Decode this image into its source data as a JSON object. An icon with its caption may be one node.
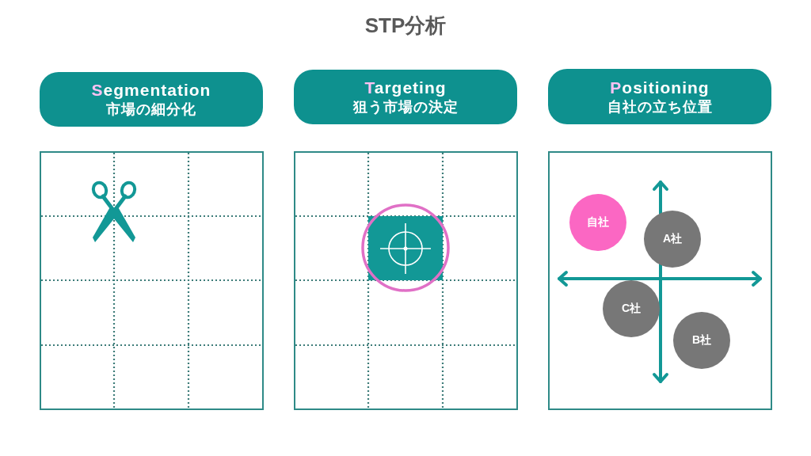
{
  "diagram": {
    "title": "STP分析",
    "nodes": [
      {
        "text": [
          "Segmentation",
          "市場の細分化"
        ]
      },
      {
        "text": [
          "Targeting",
          "狙う市場の決定"
        ]
      },
      {
        "text": [
          "Positioning",
          "自社の立ち位置"
        ]
      },
      {
        "text": [],
        "shape": "box"
      },
      {
        "text": [],
        "shape": "box"
      },
      {
        "text": [],
        "shape": "box"
      },
      {
        "text": [
          "自社"
        ],
        "in": 5
      },
      {
        "text": [
          "A社"
        ],
        "in": 5
      },
      {
        "text": [
          "C社"
        ],
        "in": 5
      },
      {
        "text": [
          "B社"
        ],
        "in": 5
      }
    ]
  }
}
